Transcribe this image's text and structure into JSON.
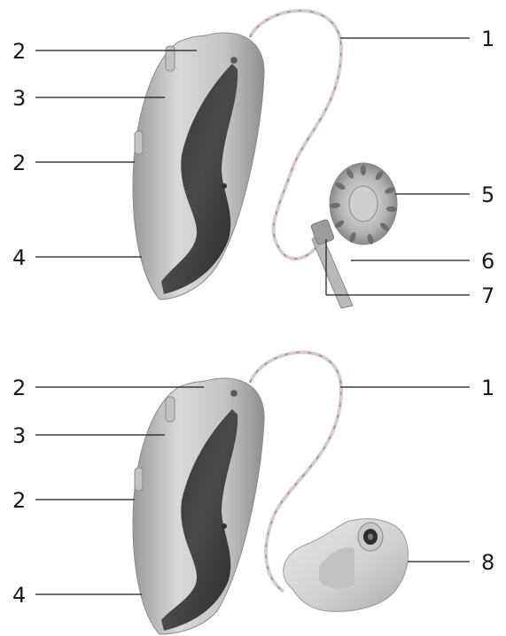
{
  "figure": {
    "panels": [
      {
        "id": "top",
        "callouts": {
          "left": [
            "2",
            "3",
            "2",
            "4"
          ],
          "right": [
            "1",
            "5",
            "6",
            "7"
          ]
        }
      },
      {
        "id": "bottom",
        "callouts": {
          "left": [
            "2",
            "3",
            "2",
            "4"
          ],
          "right": [
            "1",
            "8"
          ]
        }
      }
    ]
  },
  "colors": {
    "housing_light": "#d6d6d6",
    "housing_mid": "#b8b8b8",
    "housing_shadow": "#8f8f8f",
    "dark_insert": "#3c3c3c",
    "wire_main": "#c9c9c9",
    "wire_red": "#d86a6a",
    "line": "#1a1a1a"
  }
}
